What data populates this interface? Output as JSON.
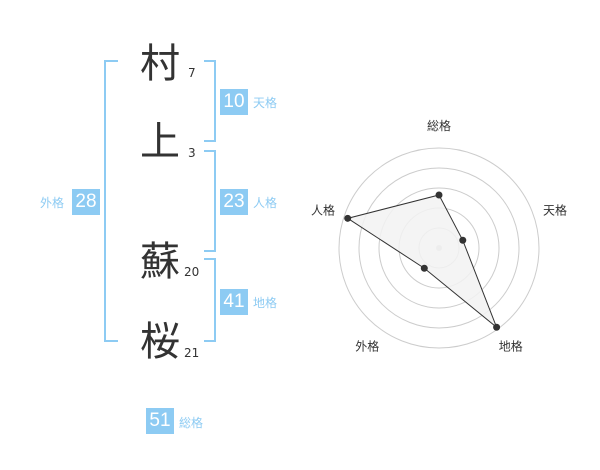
{
  "name": {
    "chars": [
      {
        "char": "村",
        "strokes": "7"
      },
      {
        "char": "上",
        "strokes": "3"
      },
      {
        "char": "蘇",
        "strokes": "20"
      },
      {
        "char": "桜",
        "strokes": "21"
      }
    ]
  },
  "fortune": {
    "tenkaku": {
      "value": "10",
      "label": "天格"
    },
    "jinkaku": {
      "value": "23",
      "label": "人格"
    },
    "chikaku": {
      "value": "41",
      "label": "地格"
    },
    "gaikaku": {
      "value": "28",
      "label": "外格"
    },
    "soukaku": {
      "value": "51",
      "label": "総格"
    }
  },
  "chart_data": {
    "type": "radar",
    "axes": [
      "総格",
      "天格",
      "地格",
      "外格",
      "人格"
    ],
    "values": [
      0.53,
      0.25,
      0.98,
      0.25,
      0.96
    ],
    "rings": 5,
    "colors": {
      "accent": "#8dcbf3",
      "fill": "#f2f2f2",
      "line": "#333333",
      "grid": "#cccccc"
    }
  }
}
